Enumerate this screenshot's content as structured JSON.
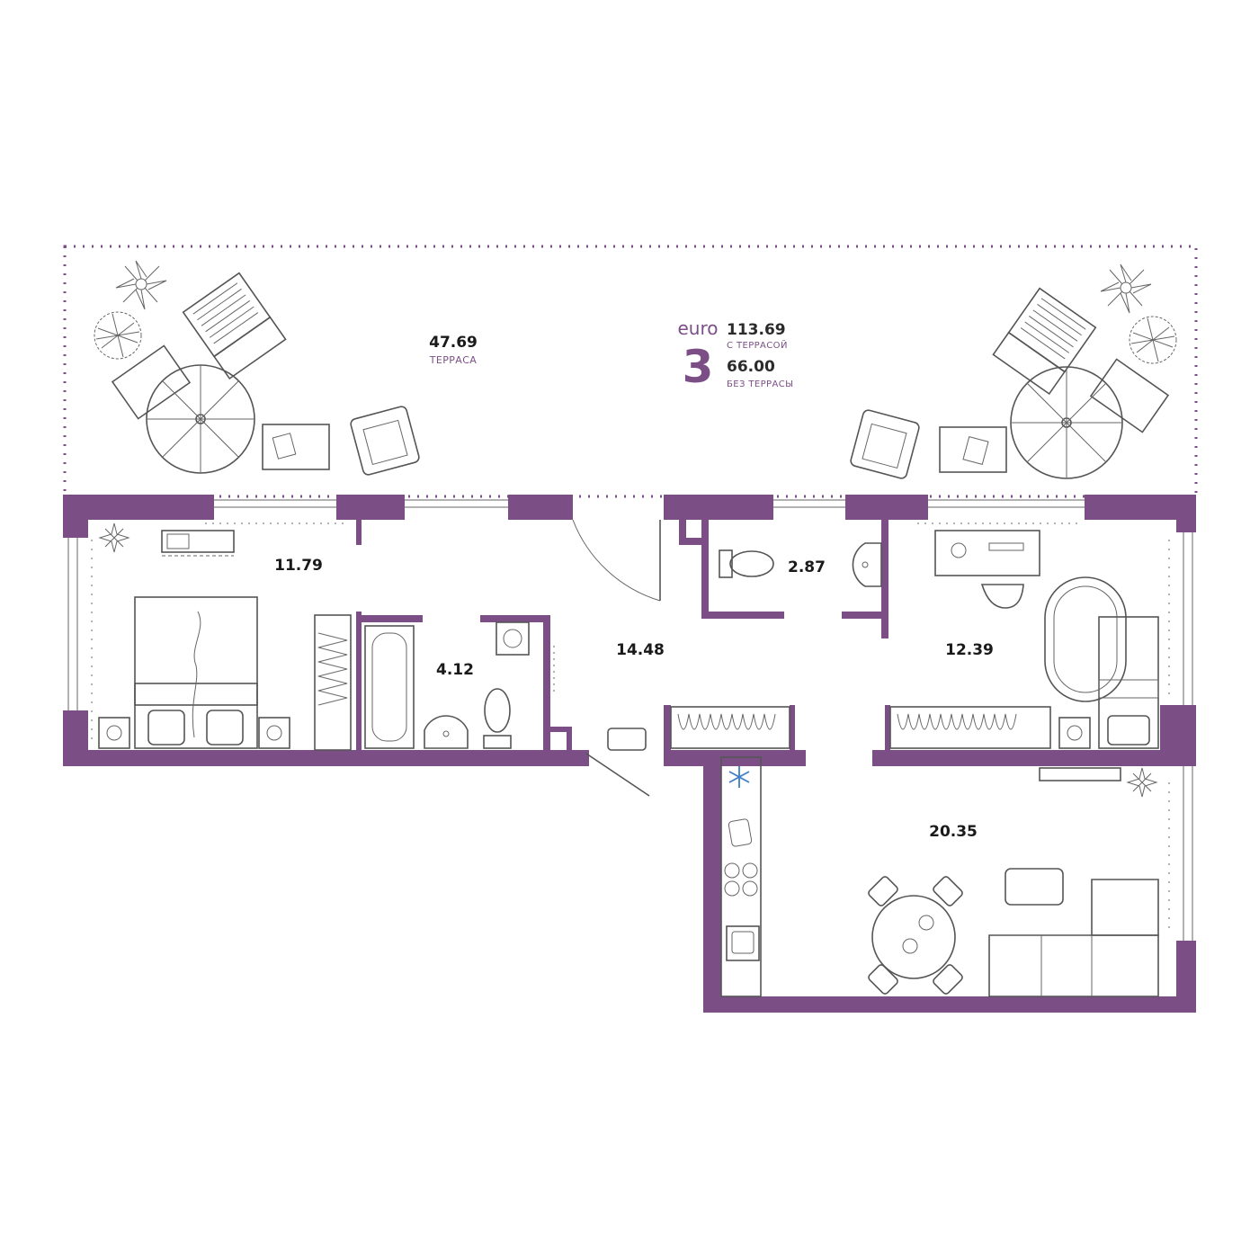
{
  "colors": {
    "wall": "#7b4f86",
    "line": "#555555",
    "background": "#ffffff"
  },
  "summary": {
    "series": "euro",
    "rooms": "3",
    "area_total": "113.69",
    "area_total_label": "С ТЕРРАСОЙ",
    "area_living": "66.00",
    "area_living_label": "БЕЗ ТЕРРАСЫ"
  },
  "rooms": {
    "terrace": {
      "area": "47.69",
      "label": "ТЕРРАСА"
    },
    "bedroom": {
      "area": "11.79"
    },
    "bathroom": {
      "area": "4.12"
    },
    "hall": {
      "area": "14.48"
    },
    "wc": {
      "area": "2.87"
    },
    "office": {
      "area": "12.39"
    },
    "living_kitchen": {
      "area": "20.35"
    }
  },
  "icons": [
    "plant-icon",
    "sunbed-icon",
    "umbrella-icon",
    "armchair-icon",
    "table-icon",
    "bed-icon",
    "bathtub-icon",
    "washbasin-icon",
    "toilet-icon",
    "washing-machine-icon",
    "wardrobe-icon",
    "desk-icon",
    "snowflake-icon",
    "stove-icon",
    "sink-icon",
    "dining-table-icon",
    "sofa-icon",
    "tv-icon"
  ]
}
